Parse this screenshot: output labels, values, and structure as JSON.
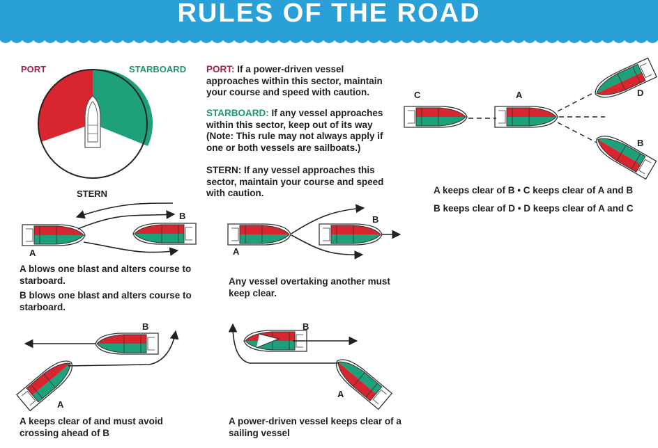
{
  "header": {
    "title": "RULES OF THE ROAD"
  },
  "compass": {
    "port_label": "PORT",
    "starboard_label": "STARBOARD",
    "stern_label": "STERN"
  },
  "rules": {
    "port_kw": "PORT:",
    "port_text": " If a power-driven vessel approaches within this sector, maintain your course and speed with caution.",
    "starboard_kw": "STARBOARD:",
    "starboard_text": " If any vessel approaches within this sector, keep out of its way (Note: This rule may not always apply if one or both vessels are sailboats.)",
    "stern_kw": "STERN:",
    "stern_text": " If any vessel approaches this sector, maintain your course and speed with caution."
  },
  "scenarios": {
    "head_on": {
      "label_a": "A",
      "label_b": "B",
      "caption1": "A blows one blast and alters course to starboard.",
      "caption2": "B blows one blast and alters course to starboard."
    },
    "overtaking": {
      "label_a": "A",
      "label_b": "B",
      "caption": "Any vessel overtaking another must keep clear."
    },
    "crossing": {
      "label_a": "A",
      "label_b": "B",
      "caption": "A keeps clear of and must avoid crossing ahead of B"
    },
    "sailing": {
      "label_a": "A",
      "label_b": "B",
      "caption": "A power-driven vessel keeps clear of a sailing vessel"
    },
    "multi": {
      "label_a": "A",
      "label_b": "B",
      "label_c": "C",
      "label_d": "D",
      "line1": "A keeps clear of B • C keeps clear of A and B",
      "line2": "B keeps clear of D • D keeps clear of A and C"
    }
  },
  "colors": {
    "banner": "#2aa0d8",
    "port": "#d7262f",
    "starboard": "#1ea07a",
    "port_text": "#a31d4d",
    "starboard_text": "#1e9475"
  }
}
